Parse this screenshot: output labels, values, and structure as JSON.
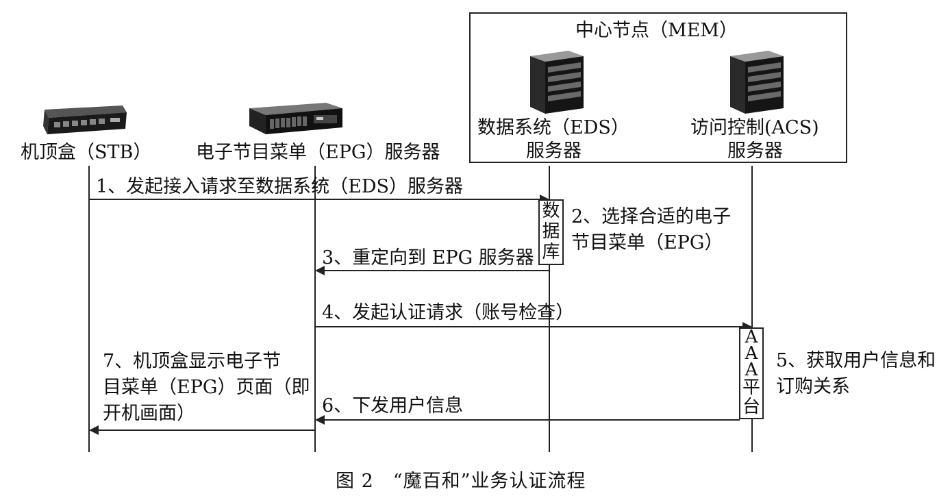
{
  "mem": {
    "title": "中心节点（MEM）"
  },
  "nodes": {
    "stb": {
      "label": "机顶盒（STB）",
      "icon": "set-top-box-icon"
    },
    "epg": {
      "label": "电子节目菜单（EPG）服务器",
      "icon": "rack-server-icon"
    },
    "eds": {
      "label1": "数据系统（EDS）",
      "label2": "服务器",
      "icon": "tower-server-icon"
    },
    "acs": {
      "label1": "访问控制(ACS)",
      "label2": "服务器",
      "icon": "tower-server-icon"
    }
  },
  "boxes": {
    "db": [
      "数",
      "据",
      "库"
    ],
    "aaa": [
      "A",
      "A",
      "A",
      "平",
      "台"
    ]
  },
  "steps": {
    "s1": "1、发起接入请求至数据系统（EDS）服务器",
    "s2a": "2、选择合适的电子",
    "s2b": "节目菜单（EPG）",
    "s3": "3、重定向到 EPG 服务器",
    "s4": "4、发起认证请求（账号检查）",
    "s5a": "5、获取用户信息和",
    "s5b": "订购关系",
    "s6": "6、下发用户信息",
    "s7a": "7、机顶盒显示电子节",
    "s7b": "目菜单（EPG）页面（即",
    "s7c": "开机画面）"
  },
  "caption": "图 2　“魔百和”业务认证流程"
}
